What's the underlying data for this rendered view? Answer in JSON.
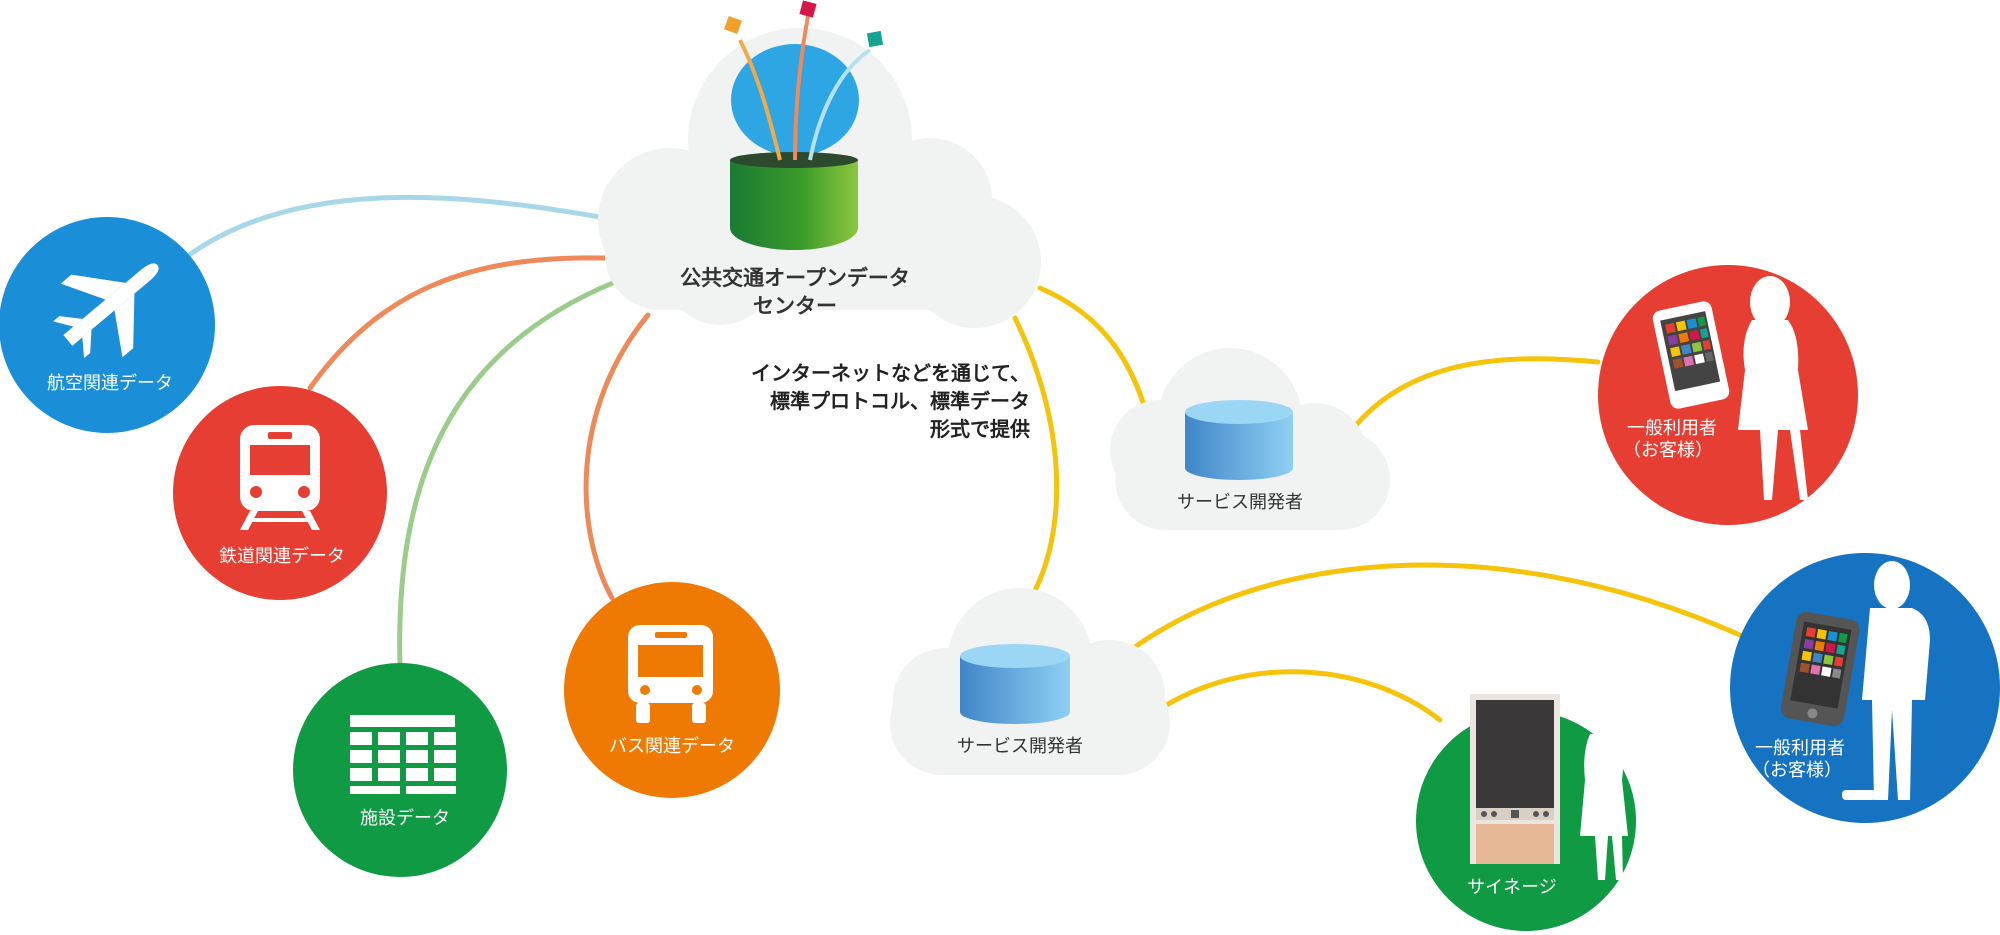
{
  "center": {
    "title_line1": "公共交通オープンデータ",
    "title_line2": "センター"
  },
  "description": {
    "line1": "インターネットなどを通じて、",
    "line2": "標準プロトコル、標準データ",
    "line3": "形式で提供"
  },
  "data_sources": {
    "air": {
      "label": "航空関連データ",
      "icon": "airplane-icon",
      "color": "#1a8fd8"
    },
    "rail": {
      "label": "鉄道関連データ",
      "icon": "train-icon",
      "color": "#e63e32"
    },
    "facility": {
      "label": "施設データ",
      "icon": "building-icon",
      "color": "#0f9a43"
    },
    "bus": {
      "label": "バス関連データ",
      "icon": "bus-icon",
      "color": "#ee7a04"
    }
  },
  "developers": {
    "upper": {
      "label": "サービス開発者"
    },
    "lower": {
      "label": "サービス開発者"
    }
  },
  "users": {
    "general_red": {
      "line1": "一般利用者",
      "line2": "（お客様）",
      "color": "#e63e32"
    },
    "general_blue": {
      "line1": "一般利用者",
      "line2": "（お客様）",
      "color": "#1573c2"
    },
    "signage": {
      "label": "サイネージ",
      "color": "#0f9a43"
    }
  },
  "colors": {
    "cloud": "#f1f2f2",
    "connector_yellow": "#f5c40a",
    "connector_air": "#a8d8e8",
    "connector_orange": "#ee8a5a",
    "connector_green": "#9ccc8c",
    "database_blue": "#5aa9e0"
  }
}
